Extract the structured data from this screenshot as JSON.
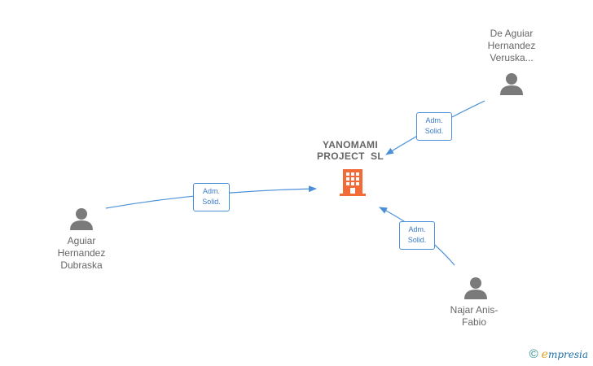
{
  "company": {
    "name_line1": "YANOMAMI",
    "name_line2": "PROJECT  SL",
    "accent_color": "#f26a35"
  },
  "persons": [
    {
      "id": "p1",
      "lines": [
        "De Aguiar",
        "Hernandez",
        "Veruska..."
      ]
    },
    {
      "id": "p2",
      "lines": [
        "Aguiar",
        "Hernandez",
        "Dubraska"
      ]
    },
    {
      "id": "p3",
      "lines": [
        "Najar Anis-",
        "Fabio"
      ]
    }
  ],
  "relations": [
    {
      "from": "p1",
      "line1": "Adm.",
      "line2": "Solid."
    },
    {
      "from": "p2",
      "line1": "Adm.",
      "line2": "Solid."
    },
    {
      "from": "p3",
      "line1": "Adm.",
      "line2": "Solid."
    }
  ],
  "colors": {
    "edge": "#4a90d9",
    "person_icon": "#7a7a7a",
    "text": "#666666"
  },
  "brand": {
    "copyright": "©",
    "initial": "e",
    "rest": "mpresia"
  }
}
